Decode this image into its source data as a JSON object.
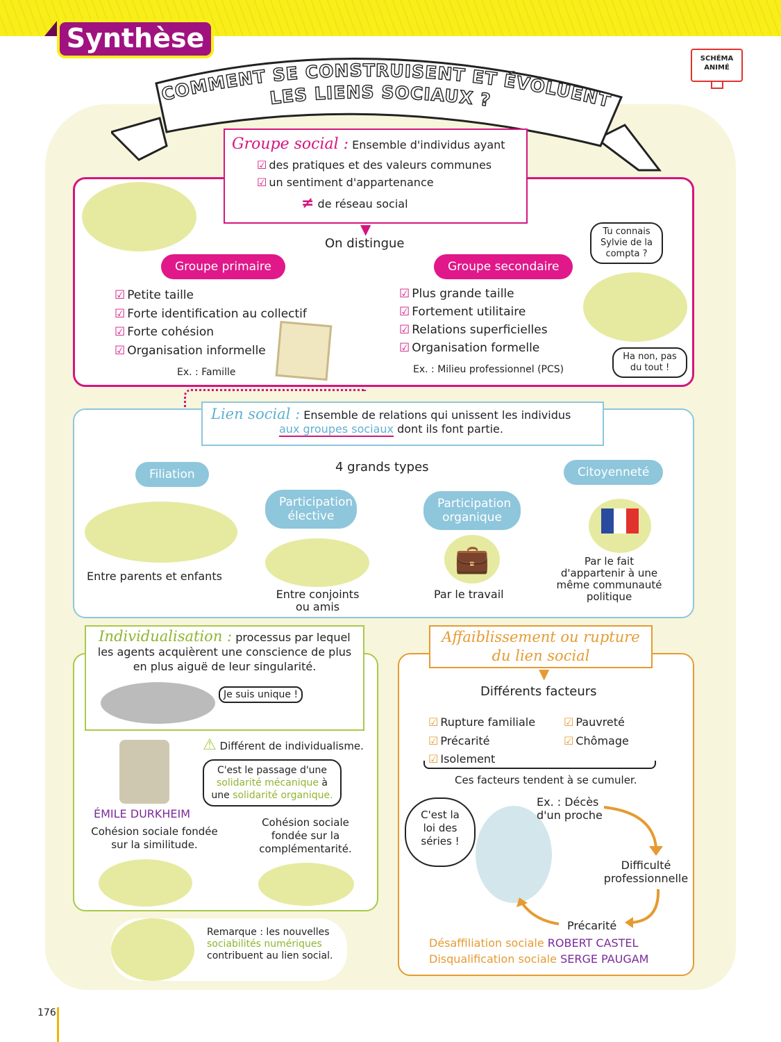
{
  "header": {
    "tab_label": "Synthèse",
    "badge_line1": "SCHÉMA",
    "badge_line2": "ANIMÉ",
    "banner_line1": "COMMENT SE CONSTRUISENT ET ÉVOLUENT",
    "banner_line2": "LES LIENS SOCIAUX ?"
  },
  "groupe_social": {
    "term": "Groupe social :",
    "definition": "Ensemble d'individus ayant",
    "items": [
      "des pratiques et des valeurs communes",
      "un sentiment d'appartenance"
    ],
    "not_equal": "≠",
    "contrast": "de réseau social",
    "distinguish": "On distingue"
  },
  "primaire": {
    "title": "Groupe primaire",
    "items": [
      "Petite taille",
      "Forte identification au collectif",
      "Forte cohésion",
      "Organisation informelle"
    ],
    "example": "Ex. : Famille"
  },
  "secondaire": {
    "title": "Groupe secondaire",
    "items": [
      "Plus grande taille",
      "Fortement utilitaire",
      "Relations superficielles",
      "Organisation formelle"
    ],
    "example": "Ex. : Milieu professionnel (PCS)"
  },
  "dialogue": {
    "question": "Tu connais Sylvie de la compta ?",
    "answer": "Ha non, pas du tout !"
  },
  "lien_social": {
    "term": "Lien social :",
    "definition": "Ensemble de relations qui unissent les individus",
    "link": "aux groupes sociaux",
    "rest": "dont ils font partie.",
    "types_label": "4 grands types",
    "types": [
      {
        "name": "Filiation",
        "caption": "Entre parents et enfants"
      },
      {
        "name": "Participation élective",
        "caption": "Entre conjoints ou amis"
      },
      {
        "name": "Participation organique",
        "caption": "Par le travail"
      },
      {
        "name": "Citoyenneté",
        "caption": "Par le fait d'appartenir à une même communauté politique"
      }
    ]
  },
  "individualisation": {
    "term": "Individualisation :",
    "definition": "processus par lequel les agents acquièrent une conscience de plus en plus aiguë de leur singularité.",
    "bubble": "Je suis unique !",
    "warning": "Différent de individualisme.",
    "passage_1": "C'est le passage d'une",
    "passage_meca": "solidarité mécanique",
    "passage_2": "à une",
    "passage_orga": "solidarité organique.",
    "author": "ÉMILE DURKHEIM",
    "left_caption": "Cohésion sociale fondée sur la similitude.",
    "right_caption": "Cohésion sociale fondée sur la complémentarité.",
    "remark_1": "Remarque : les nouvelles",
    "remark_2": "sociabilités numériques",
    "remark_3": "contribuent au lien social."
  },
  "affaiblissement": {
    "title_1": "Affaiblissement ou rupture",
    "title_2": "du lien social",
    "factors_label": "Différents facteurs",
    "factors_left": [
      "Rupture familiale",
      "Précarité",
      "Isolement"
    ],
    "factors_right": [
      "Pauvreté",
      "Chômage"
    ],
    "cumul": "Ces facteurs tendent à se cumuler.",
    "thought": "C'est la loi des séries !",
    "cycle": [
      "Ex. : Décès d'un proche",
      "Difficulté professionnelle",
      "Précarité"
    ],
    "concept_1": "Désaffiliation sociale",
    "author_1": "ROBERT CASTEL",
    "concept_2": "Disqualification sociale",
    "author_2": "SERGE PAUGAM"
  },
  "footer": {
    "page_number": "176"
  },
  "colors": {
    "pink": "#d4157f",
    "blue": "#8ec6dc",
    "green": "#a8c94a",
    "orange": "#e59b32",
    "purple": "#a0127f",
    "yellow": "#f8ee1c"
  }
}
